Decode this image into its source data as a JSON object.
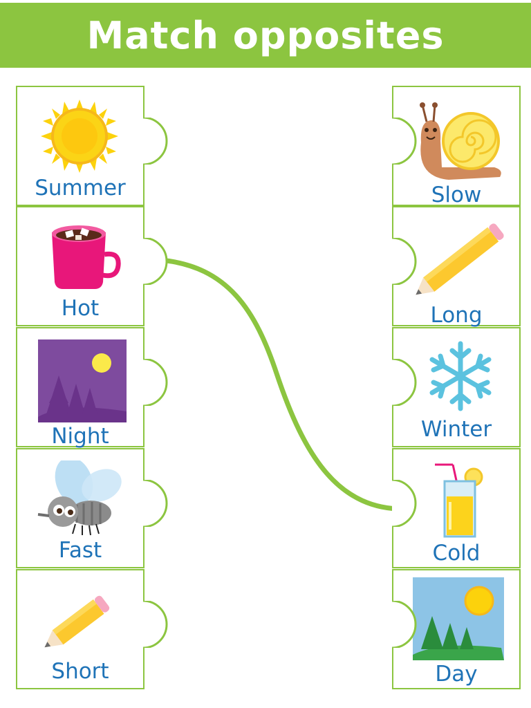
{
  "title": "Match opposites",
  "colors": {
    "header": "#8cc540",
    "border": "#8cc540",
    "label": "#1f73b7",
    "connector": "#8cc540"
  },
  "left_cards": [
    {
      "label": "Summer",
      "icon": "sun-icon"
    },
    {
      "label": "Hot",
      "icon": "hot-cocoa-mug-icon"
    },
    {
      "label": "Night",
      "icon": "night-landscape-icon"
    },
    {
      "label": "Fast",
      "icon": "fly-icon"
    },
    {
      "label": "Short",
      "icon": "short-pencil-icon"
    }
  ],
  "right_cards": [
    {
      "label": "Slow",
      "icon": "snail-icon"
    },
    {
      "label": "Long",
      "icon": "long-pencil-icon"
    },
    {
      "label": "Winter",
      "icon": "snowflake-icon"
    },
    {
      "label": "Cold",
      "icon": "cold-drink-icon"
    },
    {
      "label": "Day",
      "icon": "day-landscape-icon"
    }
  ],
  "connection": {
    "from": "Hot",
    "to": "Cold"
  }
}
